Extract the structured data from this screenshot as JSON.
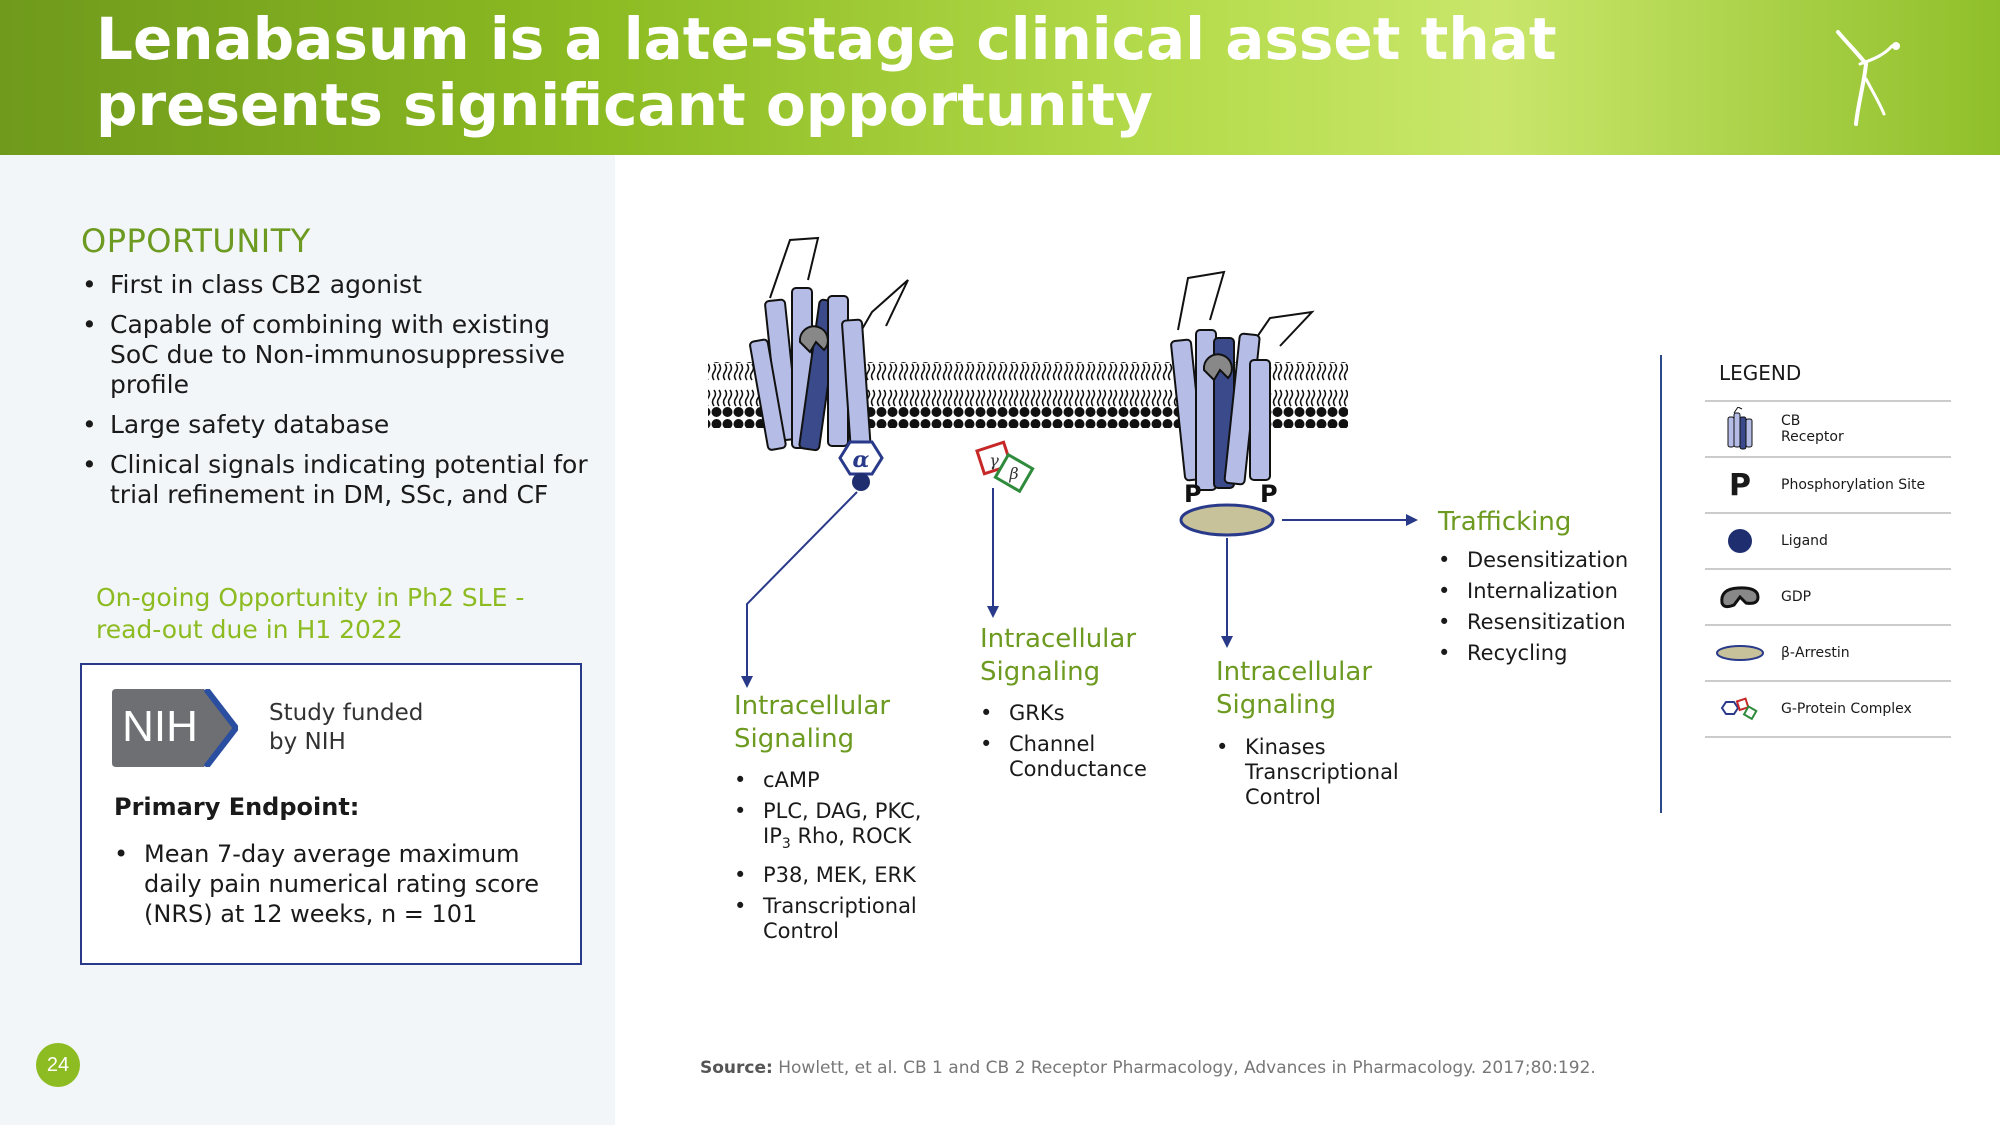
{
  "header": {
    "title": "Lenabasum is a late-stage clinical asset that presents significant opportunity"
  },
  "opportunity": {
    "heading": "OPPORTUNITY",
    "items": [
      "First in class CB2 agonist",
      "Capable of combining with existing SoC due to Non-immunosuppressive profile",
      "Large safety database",
      "Clinical signals indicating potential for trial refinement in DM, SSc, and CF"
    ]
  },
  "ongoing": {
    "text": "On-going Opportunity in Ph2 SLE - read-out due in H1 2022"
  },
  "study": {
    "logo_text": "NIH",
    "funded_line1": "Study funded",
    "funded_line2": "by NIH",
    "endpoint_heading": "Primary Endpoint:",
    "endpoint_item": "Mean 7-day average maximum daily pain numerical rating score (NRS) at 12 weeks, n = 101"
  },
  "diagram": {
    "alpha_label": "α",
    "gamma_label": "γ",
    "beta_label": "β",
    "phospho_label_left": "P",
    "phospho_label_right": "P",
    "signaling_1": {
      "heading_line1": "Intracellular",
      "heading_line2": "Signaling",
      "items": [
        "cAMP",
        "PLC, DAG, PKC,",
        "P38, MEK, ERK",
        "Transcriptional Control"
      ],
      "ip3_prefix": "IP",
      "ip3_sub": "3",
      "ip3_suffix": " Rho, ROCK"
    },
    "signaling_2": {
      "heading_line1": "Intracellular",
      "heading_line2": "Signaling",
      "items": [
        "GRKs",
        "Channel Conductance"
      ]
    },
    "signaling_3": {
      "heading_line1": "Intracellular",
      "heading_line2": "Signaling",
      "items": [
        "Kinases Transcriptional Control"
      ]
    },
    "trafficking": {
      "heading": "Trafficking",
      "items": [
        "Desensitization",
        "Internalization",
        "Resensitization",
        "Recycling"
      ]
    }
  },
  "legend": {
    "heading": "LEGEND",
    "rows": [
      {
        "icon": "cb-receptor-icon",
        "label": "CB\nReceptor"
      },
      {
        "icon": "phosphorylation-icon",
        "label": "Phosphorylation Site",
        "glyph": "P"
      },
      {
        "icon": "ligand-icon",
        "label": "Ligand"
      },
      {
        "icon": "gdp-icon",
        "label": "GDP"
      },
      {
        "icon": "beta-arrestin-icon",
        "label": "β-Arrestin"
      },
      {
        "icon": "g-protein-complex-icon",
        "label": "G-Protein Complex"
      }
    ]
  },
  "footer": {
    "page_number": "24",
    "source_label": "Source:",
    "source_text": " Howlett, et al. CB 1 and CB 2 Receptor Pharmacology, Advances in Pharmacology. 2017;80:192."
  },
  "colors": {
    "brand_green": "#8cbb22",
    "dark_green": "#6d9a20",
    "navy": "#2a3a8a",
    "receptor_light": "#b5bde6",
    "receptor_dark": "#3a4a8a",
    "arrestin": "#c8c29a"
  }
}
